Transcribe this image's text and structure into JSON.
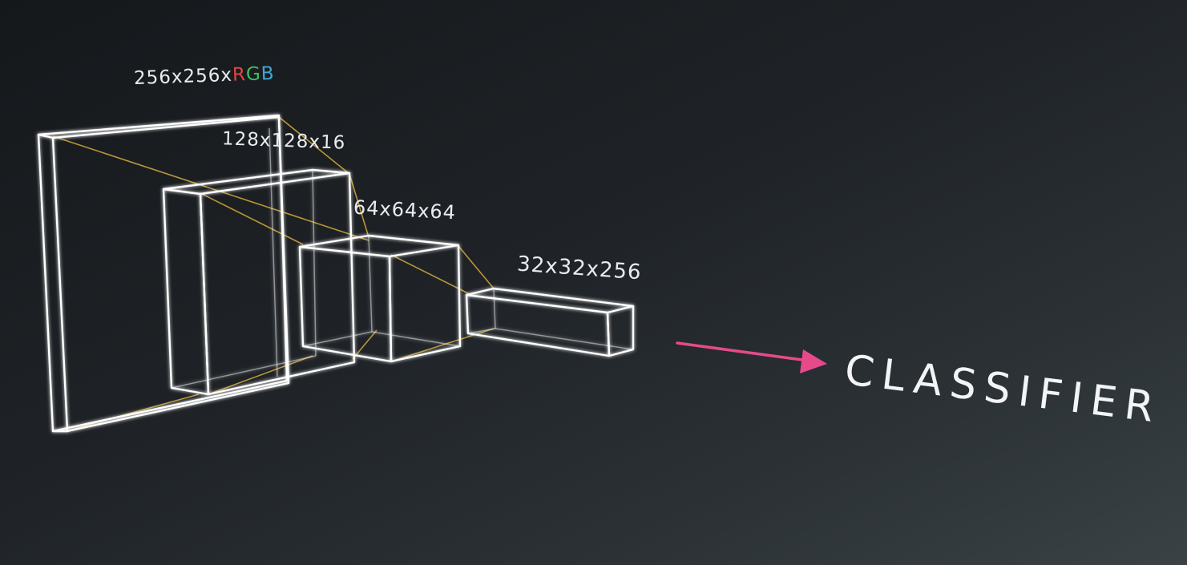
{
  "diagram": {
    "layers": [
      {
        "label_parts": [
          "256x256x",
          "R",
          "G",
          "B"
        ]
      },
      {
        "label": "128x128x16"
      },
      {
        "label": "64x64x64"
      },
      {
        "label": "32x32x256"
      }
    ],
    "output_label": "CLASSIFIER",
    "colors": {
      "rgb_r": "#e0463f",
      "rgb_g": "#3fbf5f",
      "rgb_b": "#3fa9d6",
      "arrow": "#e64a8a",
      "connector": "#c9a43a",
      "wireframe": "#ffffff"
    }
  }
}
